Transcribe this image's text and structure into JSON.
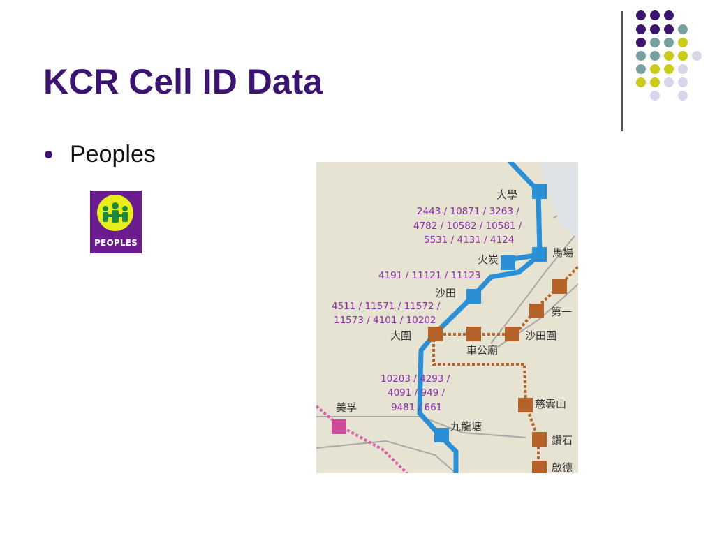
{
  "slide": {
    "title": "KCR Cell ID Data",
    "bullet": "Peoples",
    "logo_text": "PEOPLES",
    "colors": {
      "purple": "#3b1470",
      "teal": "#76a1a0",
      "yellow": "#c9cc1a",
      "lavender": "#d6d5ea"
    }
  },
  "map": {
    "stations": {
      "s1": "大學",
      "s2": "火炭",
      "s3": "馬場",
      "s4": "沙田",
      "s5": "大圍",
      "s6": "車公廟",
      "s7": "沙田圍",
      "s8": "第一",
      "s9": "美孚",
      "s10": "九龍塘",
      "s11": "慈雲山",
      "s12": "鑽石",
      "s13": "啟德"
    },
    "cell_ids": {
      "l1": "2443 / 10871 / 3263 /",
      "l2": "4782 / 10582 / 10581 /",
      "l3": "5531 / 4131 / 4124",
      "l4": "4191 / 11121 / 11123",
      "l5": "4511 / 11571 / 11572 /",
      "l6": "11573 / 4101 / 10202",
      "l7": "10203 / 4293 /",
      "l8": "4091 / 949 /",
      "l9": "9481 / 661"
    }
  }
}
